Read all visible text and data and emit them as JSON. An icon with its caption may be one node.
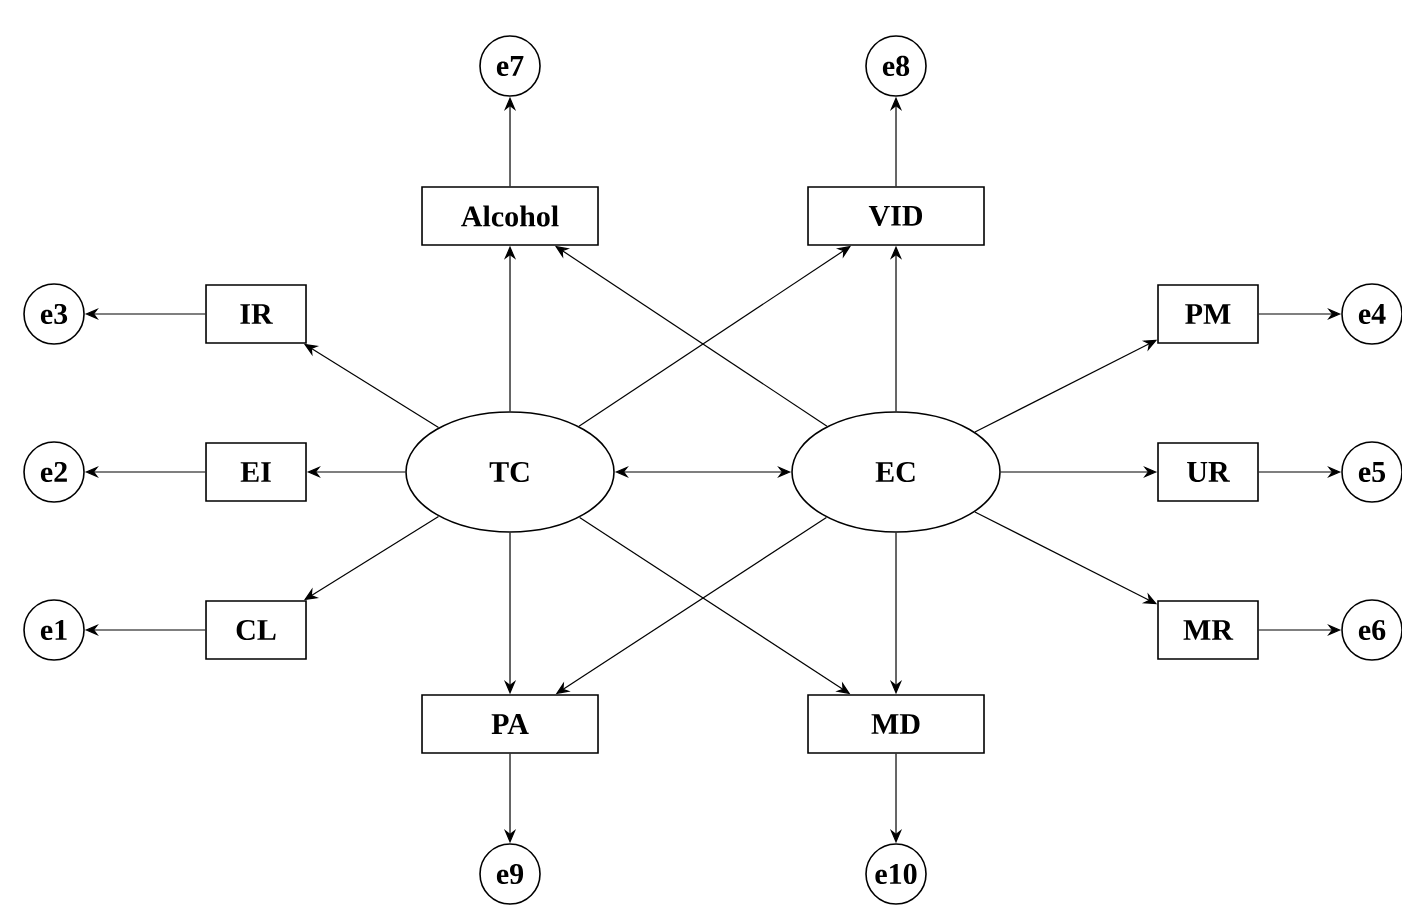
{
  "diagram": {
    "nodes": [
      {
        "text": [
          "e7"
        ]
      },
      {
        "text": [
          "e8"
        ]
      },
      {
        "text": [
          "Alcohol"
        ]
      },
      {
        "text": [
          "VID"
        ]
      },
      {
        "text": [
          "e3"
        ]
      },
      {
        "text": [
          "IR"
        ]
      },
      {
        "text": [
          "PM"
        ]
      },
      {
        "text": [
          "e4"
        ]
      },
      {
        "text": [
          "e2"
        ]
      },
      {
        "text": [
          "EI"
        ]
      },
      {
        "text": [
          "TC"
        ]
      },
      {
        "text": [
          "EC"
        ]
      },
      {
        "text": [
          "UR"
        ]
      },
      {
        "text": [
          "e5"
        ]
      },
      {
        "text": [
          "e1"
        ]
      },
      {
        "text": [
          "CL"
        ]
      },
      {
        "text": [
          "MR"
        ]
      },
      {
        "text": [
          "e6"
        ]
      },
      {
        "text": [
          "PA"
        ]
      },
      {
        "text": [
          "MD"
        ]
      },
      {
        "text": [
          "e9"
        ]
      },
      {
        "text": [
          "e10"
        ]
      }
    ],
    "edges": [
      {
        "from": 10,
        "to": 2,
        "arrow": "to"
      },
      {
        "from": 10,
        "to": 3,
        "arrow": "to"
      },
      {
        "from": 11,
        "to": 2,
        "arrow": "to"
      },
      {
        "from": 11,
        "to": 3,
        "arrow": "to"
      },
      {
        "from": 10,
        "to": 18,
        "arrow": "to"
      },
      {
        "from": 10,
        "to": 19,
        "arrow": "to"
      },
      {
        "from": 11,
        "to": 18,
        "arrow": "to"
      },
      {
        "from": 11,
        "to": 19,
        "arrow": "to"
      },
      {
        "from": 10,
        "to": 5,
        "arrow": "to"
      },
      {
        "from": 10,
        "to": 9,
        "arrow": "to"
      },
      {
        "from": 10,
        "to": 15,
        "arrow": "to"
      },
      {
        "from": 11,
        "to": 6,
        "arrow": "to"
      },
      {
        "from": 11,
        "to": 12,
        "arrow": "to"
      },
      {
        "from": 11,
        "to": 16,
        "arrow": "to"
      },
      {
        "from": 10,
        "to": 11,
        "arrow": "both"
      },
      {
        "from": 5,
        "to": 4,
        "arrow": "to"
      },
      {
        "from": 9,
        "to": 8,
        "arrow": "to"
      },
      {
        "from": 15,
        "to": 14,
        "arrow": "to"
      },
      {
        "from": 6,
        "to": 7,
        "arrow": "to"
      },
      {
        "from": 12,
        "to": 13,
        "arrow": "to"
      },
      {
        "from": 16,
        "to": 17,
        "arrow": "to"
      },
      {
        "from": 2,
        "to": 0,
        "arrow": "to"
      },
      {
        "from": 3,
        "to": 1,
        "arrow": "to"
      },
      {
        "from": 18,
        "to": 20,
        "arrow": "to"
      },
      {
        "from": 19,
        "to": 21,
        "arrow": "to"
      }
    ]
  }
}
